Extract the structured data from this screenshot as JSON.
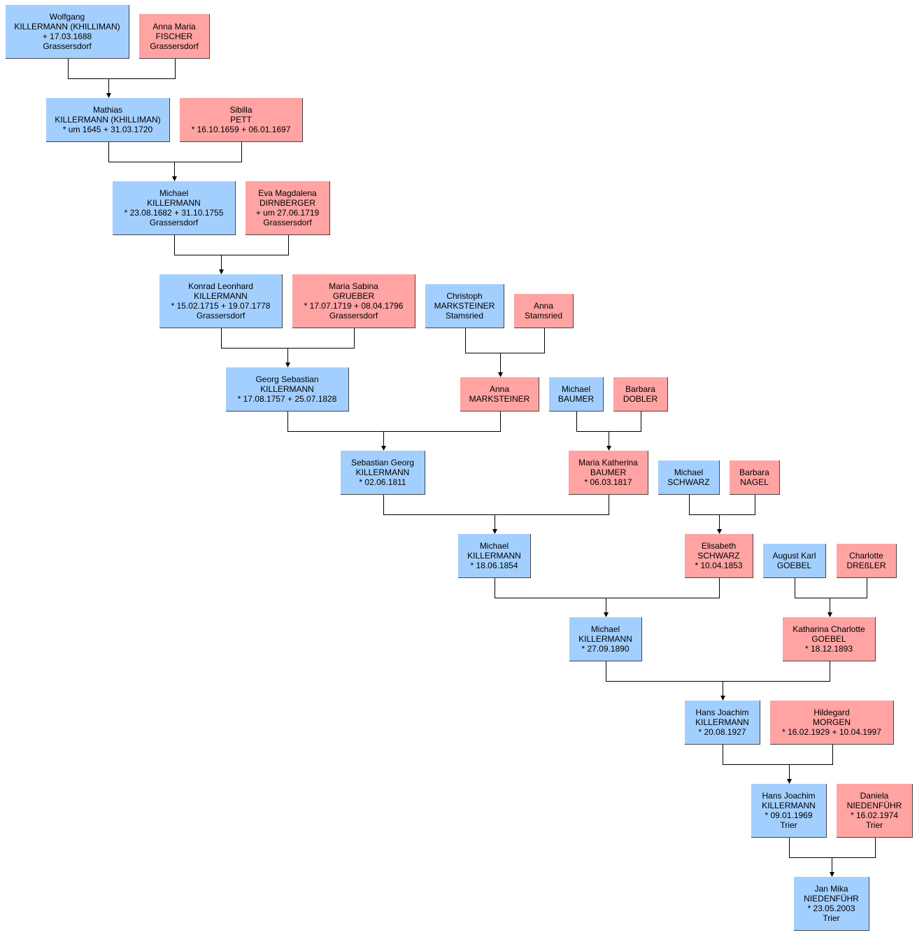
{
  "colors": {
    "male": "#a3cfff",
    "female": "#ffa3a3",
    "line": "#000000"
  },
  "persons": {
    "wolfgang": {
      "sex": "m",
      "lines": [
        "Wolfgang",
        "KILLERMANN (KHILLIMAN)",
        "+ 17.03.1688",
        "Grassersdorf"
      ]
    },
    "annamaria": {
      "sex": "f",
      "lines": [
        "Anna Maria",
        "FISCHER",
        "Grassersdorf"
      ]
    },
    "mathias": {
      "sex": "m",
      "lines": [
        "Mathias",
        "KILLERMANN (KHILLIMAN)",
        "* um 1645  + 31.03.1720"
      ]
    },
    "sibilla": {
      "sex": "f",
      "lines": [
        "Sibilla",
        "PETT",
        "* 16.10.1659  + 06.01.1697"
      ]
    },
    "michael1": {
      "sex": "m",
      "lines": [
        "Michael",
        "KILLERMANN",
        "* 23.08.1682  + 31.10.1755",
        "Grassersdorf"
      ]
    },
    "eva": {
      "sex": "f",
      "lines": [
        "Eva Magdalena",
        "DIRNBERGER",
        "+ um 27.06.1719",
        "Grassersdorf"
      ]
    },
    "konrad": {
      "sex": "m",
      "lines": [
        "Konrad Leonhard",
        "KILLERMANN",
        "* 15.02.1715  + 19.07.1778",
        "Grassersdorf"
      ]
    },
    "mariasabina": {
      "sex": "f",
      "lines": [
        "Maria Sabina",
        "GRUEBER",
        "* 17.07.1719  + 08.04.1796",
        "Grassersdorf"
      ]
    },
    "christoph": {
      "sex": "m",
      "lines": [
        "Christoph",
        "MARKSTEINER",
        "Stamsried"
      ]
    },
    "anna1": {
      "sex": "f",
      "lines": [
        "Anna",
        "Stamsried"
      ]
    },
    "georg": {
      "sex": "m",
      "lines": [
        "Georg Sebastian",
        "KILLERMANN",
        "* 17.08.1757  + 25.07.1828"
      ]
    },
    "annamark": {
      "sex": "f",
      "lines": [
        "Anna",
        "MARKSTEINER"
      ]
    },
    "michaelbaumer": {
      "sex": "m",
      "lines": [
        "Michael",
        "BAUMER"
      ]
    },
    "barbaradobler": {
      "sex": "f",
      "lines": [
        "Barbara",
        "DOBLER"
      ]
    },
    "sebastian": {
      "sex": "m",
      "lines": [
        "Sebastian Georg",
        "KILLERMANN",
        "* 02.06.1811"
      ]
    },
    "mariakath": {
      "sex": "f",
      "lines": [
        "Maria Katherina",
        "BAUMER",
        "* 06.03.1817"
      ]
    },
    "michaelschwarz": {
      "sex": "m",
      "lines": [
        "Michael",
        "SCHWARZ"
      ]
    },
    "barbaranagel": {
      "sex": "f",
      "lines": [
        "Barbara",
        "NAGEL"
      ]
    },
    "michael2": {
      "sex": "m",
      "lines": [
        "Michael",
        "KILLERMANN",
        "* 18.06.1854"
      ]
    },
    "elisabeth": {
      "sex": "f",
      "lines": [
        "Elisabeth",
        "SCHWARZ",
        "* 10.04.1853"
      ]
    },
    "augustkarl": {
      "sex": "m",
      "lines": [
        "August Karl",
        "GOEBEL"
      ]
    },
    "charlotte": {
      "sex": "f",
      "lines": [
        "Charlotte",
        "DREßLER"
      ]
    },
    "michael3": {
      "sex": "m",
      "lines": [
        "Michael",
        "KILLERMANN",
        "* 27.09.1890"
      ]
    },
    "katharina": {
      "sex": "f",
      "lines": [
        "Katharina Charlotte",
        "GOEBEL",
        "* 18.12.1893"
      ]
    },
    "hansjoachim1": {
      "sex": "m",
      "lines": [
        "Hans Joachim",
        "KILLERMANN",
        "* 20.08.1927"
      ]
    },
    "hildegard": {
      "sex": "f",
      "lines": [
        "Hildegard",
        "MORGEN",
        "* 16.02.1929  + 10.04.1997"
      ]
    },
    "hansjoachim2": {
      "sex": "m",
      "lines": [
        "Hans Joachim",
        "KILLERMANN",
        "* 09.01.1969",
        "Trier"
      ]
    },
    "daniela": {
      "sex": "f",
      "lines": [
        "Daniela",
        "NIEDENFÜHR",
        "* 16.02.1974",
        "Trier"
      ]
    },
    "janmika": {
      "sex": "m",
      "lines": [
        "Jan Mika",
        "NIEDENFÜHR",
        "* 23.05.2003",
        "Trier"
      ]
    }
  }
}
